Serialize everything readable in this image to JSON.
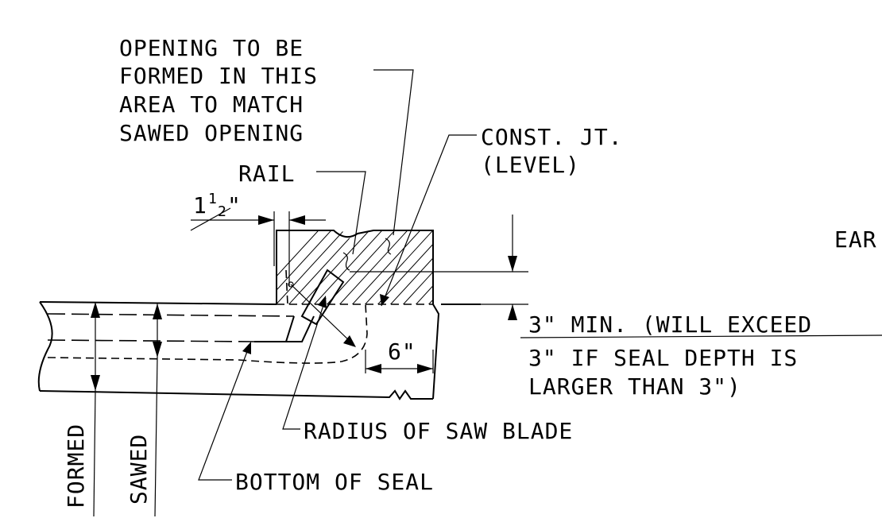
{
  "labels": {
    "opening_line1": "OPENING TO BE",
    "opening_line2": "FORMED IN THIS",
    "opening_line3": "AREA TO MATCH",
    "opening_line4": "SAWED OPENING",
    "const_jt_line1": "CONST. JT.",
    "const_jt_line2": "(LEVEL)",
    "rail": "RAIL",
    "dim_rail_whole": "1",
    "dim_rail_num": "1",
    "dim_rail_den": "2",
    "dim_rail_unit": "\"",
    "ear_partial": "EAR",
    "min_line1": "3\" MIN. (WILL EXCEED",
    "min_line2": "3\" IF SEAL DEPTH IS",
    "min_line3": "LARGER THAN 3\")",
    "dim_six": "6\"",
    "radius": "RADIUS OF SAW BLADE",
    "bottom_seal": "BOTTOM OF SEAL",
    "formed": "FORMED",
    "sawed": "SAWED"
  }
}
